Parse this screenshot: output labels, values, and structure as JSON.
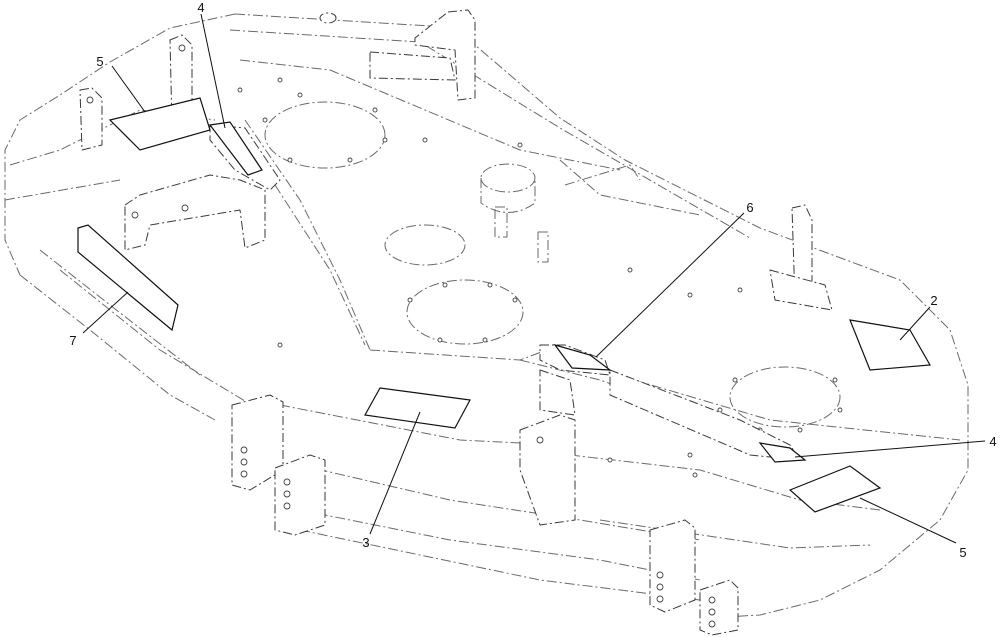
{
  "callouts": [
    {
      "id": "c4a",
      "label": "4"
    },
    {
      "id": "c5a",
      "label": "5"
    },
    {
      "id": "c6",
      "label": "6"
    },
    {
      "id": "c2",
      "label": "2"
    },
    {
      "id": "c7",
      "label": "7"
    },
    {
      "id": "c4b",
      "label": "4"
    },
    {
      "id": "c3",
      "label": "3"
    },
    {
      "id": "c5b",
      "label": "5"
    }
  ]
}
